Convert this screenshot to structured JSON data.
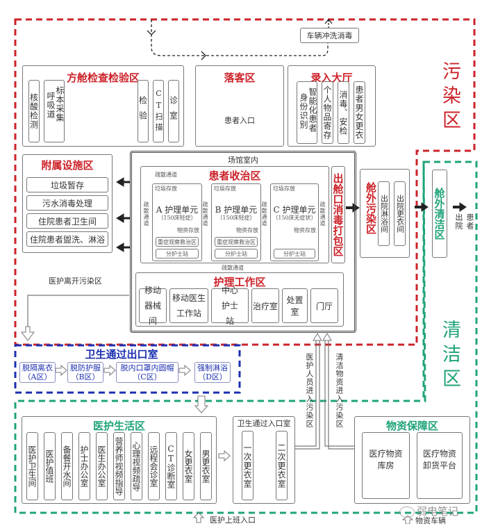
{
  "zones": {
    "contaminated_label": "污染区",
    "clean_label": "清洁区"
  },
  "vehicle_wash": "车辆冲洗消毒",
  "inspection_area": {
    "title": "方舱检查检验区",
    "rooms": [
      "核酸检测",
      "标本采集",
      "呼吸道",
      "检验",
      "CT扫描",
      "诊室"
    ]
  },
  "drop_off": {
    "title": "落客区",
    "entrance": "患者入口"
  },
  "registration_hall": {
    "title": "录入大厅",
    "rooms": [
      "智能化患者",
      "身份识别",
      "个人物品寄存",
      "消毒、安检",
      "患者男女更衣"
    ]
  },
  "auxiliary": {
    "title": "附属设施区",
    "items": [
      "垃圾暂存",
      "污水消毒处理",
      "住院患者卫生间",
      "住院患者盥洗、淋浴"
    ]
  },
  "venue": {
    "label": "场馆室内",
    "patient_area": {
      "title": "患者收治区",
      "corridor": "疏散通道",
      "units": [
        {
          "name": "A 护理单元",
          "beds": "（150床轻症）",
          "waste": "垃圾存放",
          "supplies": "物资存放",
          "icu": "重症观察救治区",
          "station": "分护士站"
        },
        {
          "name": "B 护理单元",
          "beds": "（150床轻症）",
          "waste": "垃圾存放",
          "supplies": "物资存放",
          "icu": "重症观察救治区",
          "station": "分护士站"
        },
        {
          "name": "C 护理单元",
          "beds": "（150床无症状）",
          "waste": "垃圾存放",
          "supplies": "物资存放",
          "icu": "",
          "station": "分护士站"
        }
      ]
    },
    "exit_disinfection": "出舱口消毒打包区",
    "nursing_work": {
      "title": "护理工作区",
      "rooms": [
        "移动器械间",
        "移动医生工作站",
        "中心护士站",
        "治疗室",
        "处置室",
        "门厅"
      ]
    }
  },
  "outside_contaminated": {
    "title": "舱外污染区",
    "rooms": [
      "出院淋浴间",
      "出院更衣间"
    ]
  },
  "outside_clean": {
    "title": "舱外清洁区",
    "patient_discharge": "患者出院"
  },
  "staff_leave": "医护离开污染区",
  "exit_hygiene": {
    "title": "卫生通过出口室",
    "steps": [
      {
        "name": "脱隔离衣",
        "zone": "（A区）"
      },
      {
        "name": "脱防护服",
        "zone": "（B区）"
      },
      {
        "name": "脱内口罩内圆帽",
        "zone": "（C区）"
      },
      {
        "name": "强制淋浴",
        "zone": "（D区）"
      }
    ]
  },
  "staff_enter": "医护人员进入污染区",
  "supplies_enter": "清洁物资进入污染区",
  "staff_living": {
    "title": "医护生活区",
    "rooms": [
      "医护卫生间",
      "医护值班",
      "备餐开水间",
      "护士办公室",
      "医生办公室",
      "营养师视频指导",
      "心理视频疏导",
      "远程会诊室",
      "CT诊断室",
      "女更衣室",
      "男更衣室"
    ]
  },
  "entry_hygiene": {
    "title": "卫生通过入口室",
    "rooms": [
      "一次更衣室",
      "二次更衣室"
    ]
  },
  "supply_support": {
    "title": "物资保障区",
    "rooms": [
      "医疗物资库房",
      "医疗物资卸货平台"
    ]
  },
  "staff_work_entrance": "医护上班入口",
  "supply_vehicle": "物资车辆",
  "watermark": "弱电笔记",
  "colors": {
    "contaminated": "#cc2229",
    "clean": "#1fa37a",
    "hygiene": "#1b2fb0"
  }
}
